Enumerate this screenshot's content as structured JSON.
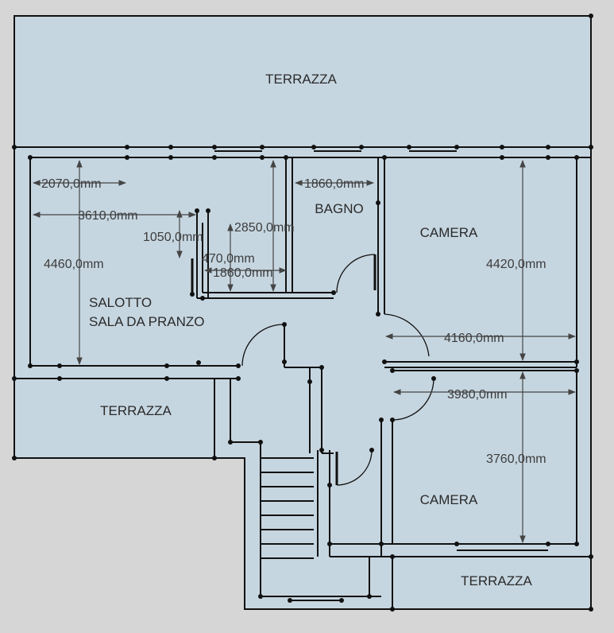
{
  "colors": {
    "background": "#d6d6d6",
    "floor": "#c6d6e0",
    "wall": "#111111",
    "dimension": "#444444"
  },
  "rooms": {
    "terrace_top": "TERRAZZA",
    "bathroom": "BAGNO",
    "bedroom_top": "CAMERA",
    "living_line1": "SALOTTO",
    "living_line2": "SALA DA PRANZO",
    "terrace_left": "TERRAZZA",
    "bedroom_bottom": "CAMERA",
    "terrace_bottom": "TERRAZZA"
  },
  "dimensions": {
    "d2070": "2070,0mm",
    "d1860_top": "1860,0mm",
    "d3610": "3610,0mm",
    "d2850": "2850,0mm",
    "d1050": "1050,0mm",
    "d4460": "4460,0mm",
    "d470": "470,0mm",
    "d1860_mid": "1860,0mm",
    "d4420": "4420,0mm",
    "d4160": "4160,0mm",
    "d3980": "3980,0mm",
    "d3760": "3760,0mm"
  }
}
